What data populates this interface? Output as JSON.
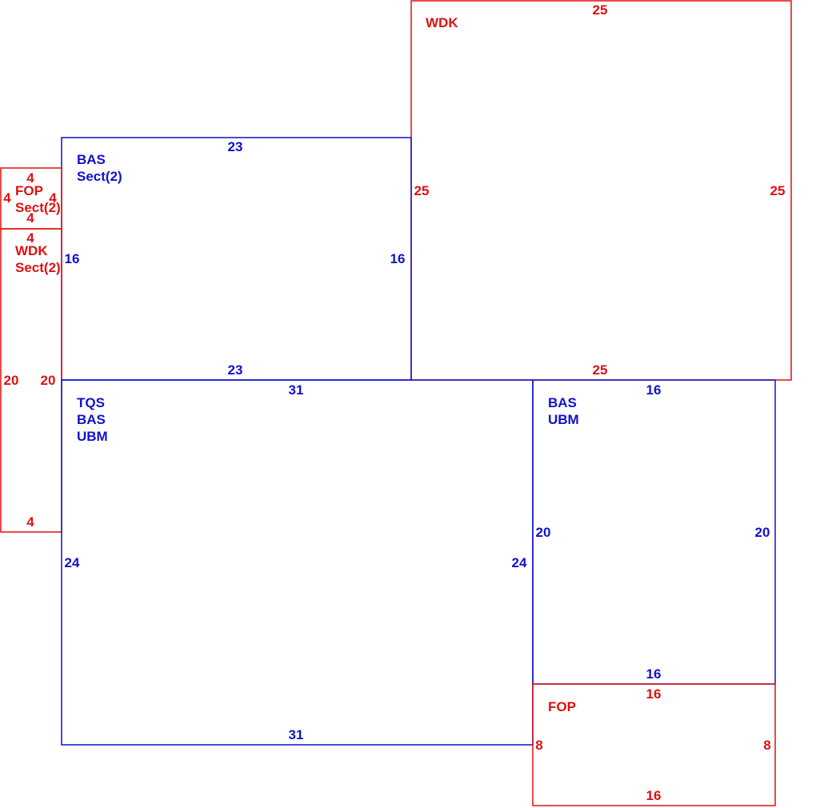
{
  "colors": {
    "red": "#dd1111",
    "blue": "#1111cc"
  },
  "rooms": [
    {
      "id": "wdk-large",
      "color": "red",
      "names": [
        "WDK"
      ],
      "dims": {
        "top": "25",
        "bottom": "25",
        "left": "25",
        "right": "25"
      }
    },
    {
      "id": "bas-sect",
      "color": "blue",
      "names": [
        "BAS",
        "Sect(2)"
      ],
      "dims": {
        "top": "23",
        "bottom": "23",
        "left": "16",
        "right": "16"
      }
    },
    {
      "id": "fop-sect",
      "color": "red",
      "names": [
        "FOP",
        "Sect(2)"
      ],
      "dims": {
        "top": "4",
        "bottom": "4",
        "left": "4",
        "right": "4"
      }
    },
    {
      "id": "wdk-sect",
      "color": "red",
      "names": [
        "WDK",
        "Sect(2)"
      ],
      "dims": {
        "top": "4",
        "bottom": "4",
        "left": "20",
        "right": "20"
      }
    },
    {
      "id": "tqs-bas-ubm",
      "color": "blue",
      "names": [
        "TQS",
        "BAS",
        "UBM"
      ],
      "dims": {
        "top": "31",
        "bottom": "31",
        "left": "24",
        "right": "24"
      }
    },
    {
      "id": "bas-ubm",
      "color": "blue",
      "names": [
        "BAS",
        "UBM"
      ],
      "dims": {
        "top": "16",
        "bottom": "16",
        "left": "20",
        "right": "20"
      }
    },
    {
      "id": "fop",
      "color": "red",
      "names": [
        "FOP"
      ],
      "dims": {
        "top": "16",
        "bottom": "16",
        "left": "8",
        "right": "8"
      }
    }
  ]
}
